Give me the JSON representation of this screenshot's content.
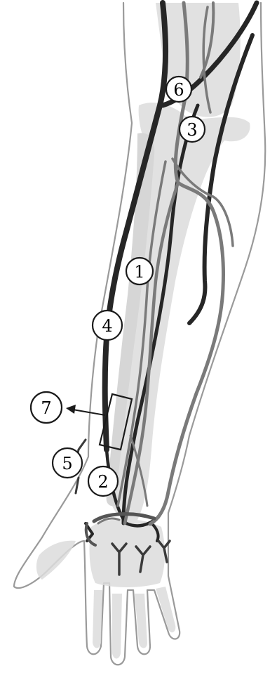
{
  "labels": {
    "l1": "1",
    "l2": "2",
    "l3": "3",
    "l4": "4",
    "l5": "5",
    "l6": "6",
    "l7": "7"
  },
  "colors": {
    "skin_outline": "#8c8c8c",
    "bone_fill": "#d9d9d9",
    "vein_dark": "#262626",
    "artery_mid": "#7a7a7a"
  }
}
